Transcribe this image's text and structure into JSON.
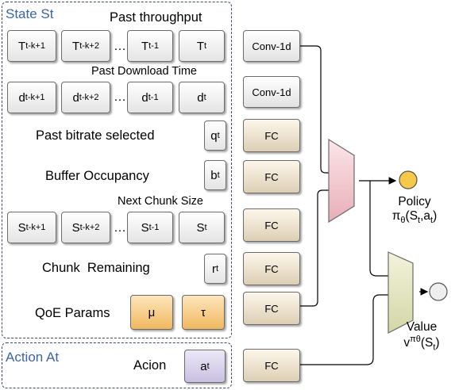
{
  "state_region": {
    "title": "State St",
    "past_throughput": {
      "label": "Past throughput",
      "cells": [
        {
          "base": "T",
          "sub": "t-k+1"
        },
        {
          "base": "T",
          "sub": "t-k+2"
        },
        {
          "base": "T",
          "sub": "t-1"
        },
        {
          "base": "T",
          "sub": "t"
        }
      ]
    },
    "past_download_time": {
      "label": "Past Download Time",
      "cells": [
        {
          "base": "d",
          "sub": "t-k+1"
        },
        {
          "base": "d",
          "sub": "t-k+2"
        },
        {
          "base": "d",
          "sub": "t-1"
        },
        {
          "base": "d",
          "sub": "t"
        }
      ]
    },
    "past_bitrate": {
      "label": "Past bitrate selected",
      "base": "q",
      "sub": "t"
    },
    "buffer": {
      "label": "Buffer Occupancy",
      "base": "b",
      "sub": "t"
    },
    "next_chunk_size": {
      "label": "Next Chunk Size",
      "cells": [
        {
          "base": "S",
          "sub": "t-k+1"
        },
        {
          "base": "S",
          "sub": "t-k+2"
        },
        {
          "base": "S",
          "sub": "t-1"
        },
        {
          "base": "S",
          "sub": "t"
        }
      ]
    },
    "chunk_remaining": {
      "label": "Chunk  Remaining",
      "base": "r",
      "sub": "t"
    },
    "qoe_params": {
      "label": "QoE Params",
      "mu": "μ",
      "tau": "τ"
    }
  },
  "action_region": {
    "title": "Action At",
    "label": "Acion",
    "base": "a",
    "sub": "t"
  },
  "ellipsis": "…",
  "layers": {
    "conv1": "Conv-1d",
    "conv2": "Conv-1d",
    "fc1": "FC",
    "fc2": "FC",
    "fc3": "FC",
    "fc4": "FC",
    "fc5": "FC",
    "fc_action": "FC"
  },
  "outputs": {
    "policy_title": "Policy",
    "policy_pi": "π",
    "policy_theta": "θ",
    "policy_args_open": "(S",
    "policy_args_sub1": "t",
    "policy_args_mid": ",a",
    "policy_args_sub2": "t",
    "policy_args_close": ")",
    "value_title": "Value",
    "value_v": "v",
    "value_sup": "πθ",
    "value_args_open": "(S",
    "value_args_sub": "t",
    "value_args_close": ")"
  },
  "colors": {
    "region_border": "#3d4a66",
    "region_title": "#3c64a8",
    "fc_fill": "#e9dfc9",
    "qoe_fill": "#f5c878",
    "action_fill": "#d8d0ec",
    "policy_head": "#efc9cf",
    "value_head": "#e4e6c4",
    "policy_output": "#f6c948",
    "value_output": "#eeeeee"
  }
}
